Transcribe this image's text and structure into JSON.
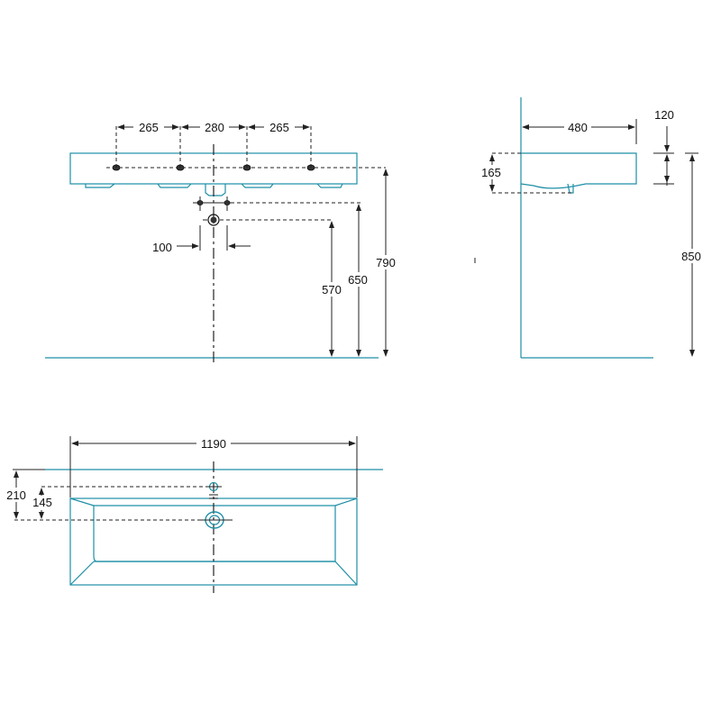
{
  "front_view": {
    "top_spacing": [
      "265",
      "280",
      "265"
    ],
    "drain_offset": "100",
    "height_570": "570",
    "height_650": "650",
    "height_790": "790"
  },
  "side_view": {
    "depth": "480",
    "thickness": "120",
    "bowl_depth": "165",
    "height": "850"
  },
  "top_view": {
    "width": "1190",
    "offset_210": "210",
    "offset_145": "145"
  },
  "colors": {
    "outline": "#1f8fa6",
    "dimension": "#222222"
  }
}
